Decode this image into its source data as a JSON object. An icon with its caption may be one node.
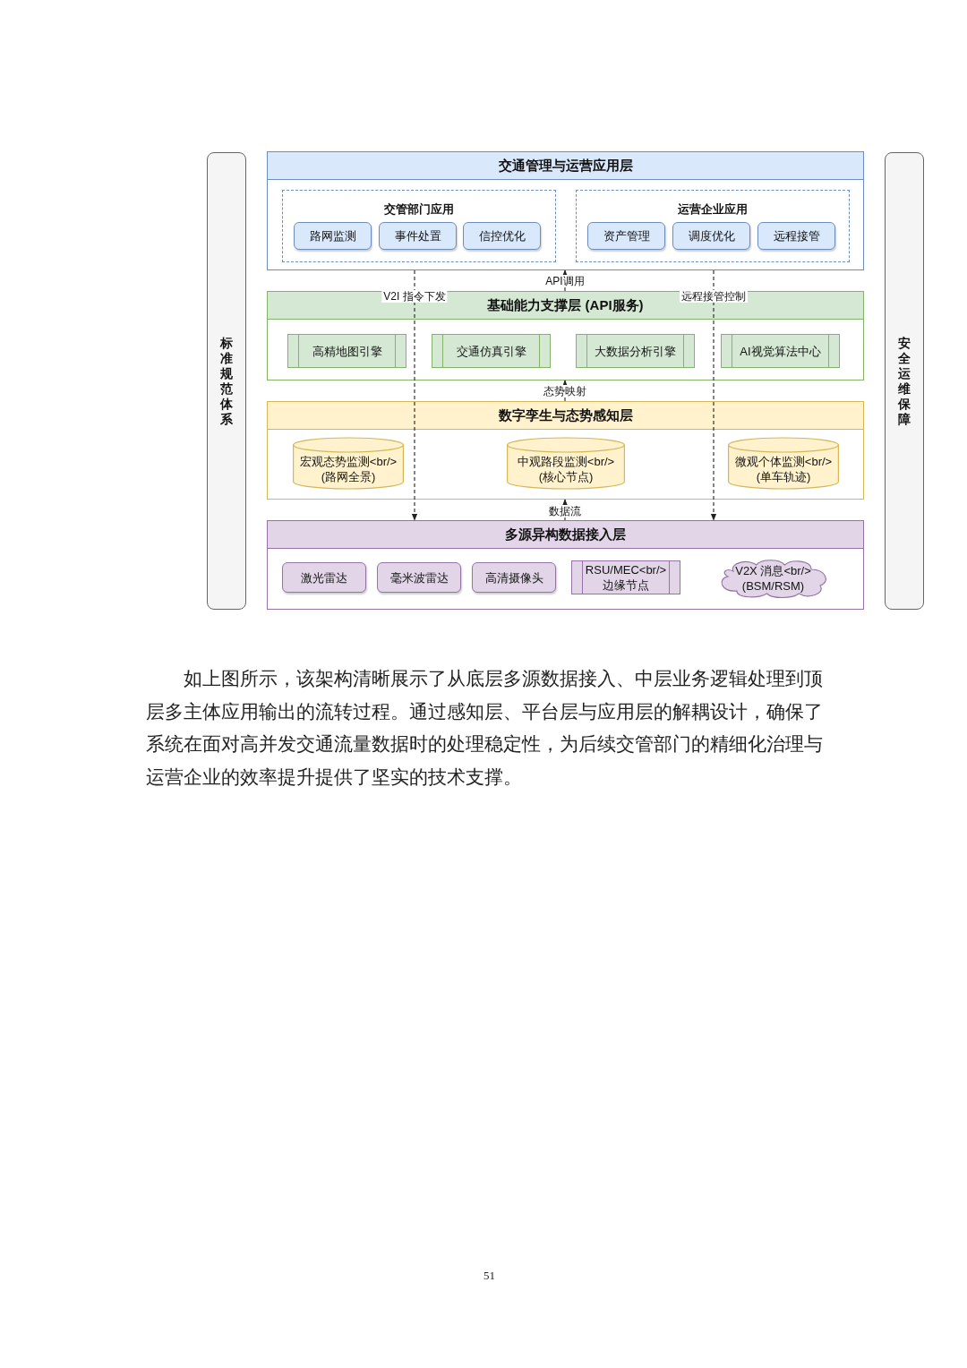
{
  "diagram": {
    "nodes": [
      {
        "text": [
          "交通管理与运营应用层"
        ]
      },
      {
        "text": [
          "交管部门应用"
        ],
        "in": 0
      },
      {
        "text": [
          "路网监测"
        ],
        "in": 1
      },
      {
        "text": [
          "事件处置"
        ],
        "in": 1
      },
      {
        "text": [
          "信控优化"
        ],
        "in": 1
      },
      {
        "text": [
          "运营企业应用"
        ],
        "in": 0
      },
      {
        "text": [
          "资产管理"
        ],
        "in": 5
      },
      {
        "text": [
          "调度优化"
        ],
        "in": 5
      },
      {
        "text": [
          "远程接管"
        ],
        "in": 5
      },
      {
        "text": [
          "基础能力支撑层 (API服务)"
        ]
      },
      {
        "text": [
          "高精地图引擎"
        ],
        "in": 9
      },
      {
        "text": [
          "交通仿真引擎"
        ],
        "in": 9
      },
      {
        "text": [
          "大数据分析引擎"
        ],
        "in": 9
      },
      {
        "text": [
          "AI视觉算法中心"
        ],
        "in": 9
      },
      {
        "text": [
          "数字孪生与态势感知层"
        ]
      },
      {
        "text": [
          "宏观态势监测<br/>(路网全景)"
        ],
        "in": 14
      },
      {
        "text": [
          "中观路段监测<br/>(核心节点)"
        ],
        "in": 14
      },
      {
        "text": [
          "微观个体监测<br/>(单车轨迹)"
        ],
        "in": 14
      },
      {
        "text": [
          "多源异构数据接入层"
        ]
      },
      {
        "text": [
          "激光雷达"
        ],
        "in": 18
      },
      {
        "text": [
          "毫米波雷达"
        ],
        "in": 18
      },
      {
        "text": [
          "高清摄像头"
        ],
        "in": 18
      },
      {
        "text": [
          "RSU/MEC<br/>边缘节点"
        ],
        "in": 18
      },
      {
        "text": [
          "V2X 消息<br/>(BSM/RSM)"
        ],
        "in": 18
      },
      {
        "text": [
          "标准规范体系"
        ]
      },
      {
        "text": [
          "安全运维保障"
        ]
      }
    ],
    "edges": [
      {
        "from": 18,
        "to": 14,
        "arrow": "to",
        "label": "数据流"
      },
      {
        "from": 14,
        "to": 9,
        "arrow": "to",
        "label": "态势映射"
      },
      {
        "from": 9,
        "to": 0,
        "arrow": "to",
        "label": "API调用"
      },
      {
        "from": 0,
        "to": 18,
        "arrow": "to",
        "label": "V2I 指令下发",
        "style": "dashed"
      },
      {
        "from": 0,
        "to": 18,
        "arrow": "to",
        "label": "远程接管控制",
        "style": "dashed"
      }
    ],
    "labels": [
      "如上图所示，该架构清晰展示了从底层多源数据接入、中层业务逻辑处理到顶层多主体应用输出的流转过程。通过感知层、平台层与应用层的解耦设计，确保了系统在面对高并发交通流量数据时的处理稳定性，为后续交管部门的精细化治理与运营企业的效率提升提供了坚实的技术支撑。",
      "51"
    ]
  }
}
